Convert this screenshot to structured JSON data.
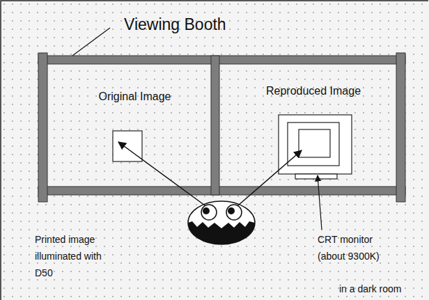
{
  "diagram": {
    "nodes": [
      {
        "text": [
          "Original Image"
        ]
      },
      {
        "text": [
          "Reproduced Image"
        ]
      }
    ],
    "labels": [
      "Viewing Booth",
      "Printed image illuminated with D50",
      "CRT monitor (about 9300K)",
      "in a dark room"
    ]
  }
}
